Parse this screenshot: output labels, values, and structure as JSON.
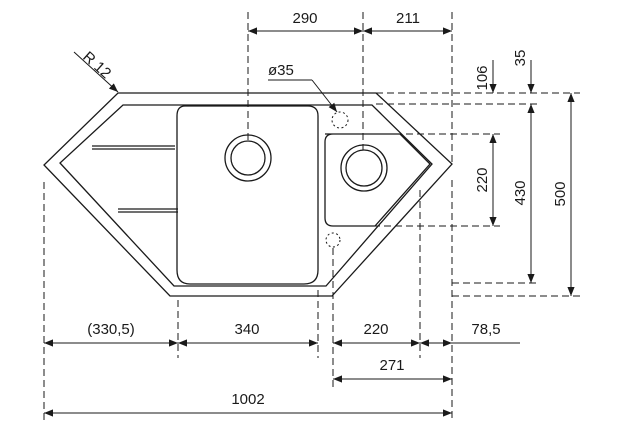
{
  "dimensions": {
    "top_left": "290",
    "top_right": "211",
    "radius": "R 12",
    "hole": "ø35",
    "right_a": "106",
    "right_b": "35",
    "right_c": "220",
    "right_d": "430",
    "right_e": "500",
    "bottom_a": "(330,5)",
    "bottom_b": "340",
    "bottom_c": "220",
    "bottom_d": "78,5",
    "bottom_e": "271",
    "bottom_total": "1002"
  }
}
